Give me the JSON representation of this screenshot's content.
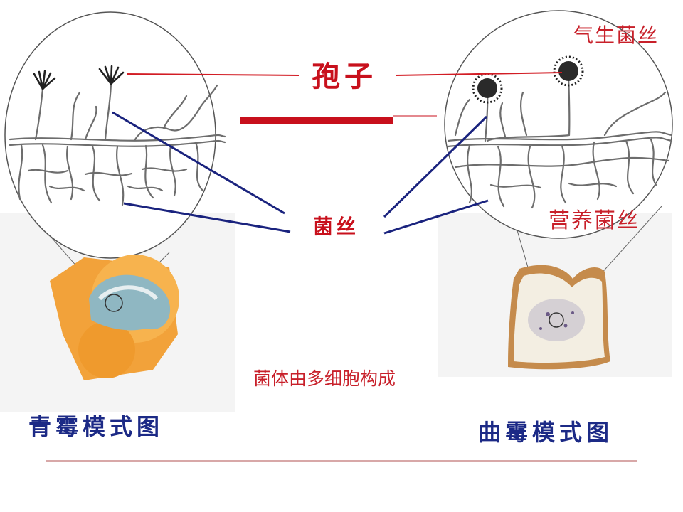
{
  "labels": {
    "spore": "孢子",
    "hypha": "菌丝",
    "aerial_hypha": "气生菌丝",
    "vegetative_hypha": "营养菌丝",
    "note": "菌体由多细胞构成",
    "penicillium_title": "青霉模式图",
    "rhizopus_title": "曲霉模式图"
  },
  "colors": {
    "label_red": "#c8101c",
    "pointer_red": "#d21c24",
    "pointer_blue": "#1a237e",
    "title_blue": "#1c2a86",
    "hypha_outline": "#6d6d6d",
    "orange": "#f2a23a",
    "mold_blue": "#8fb7c2",
    "bread": "#f3eee2",
    "crust": "#c58b4c"
  }
}
